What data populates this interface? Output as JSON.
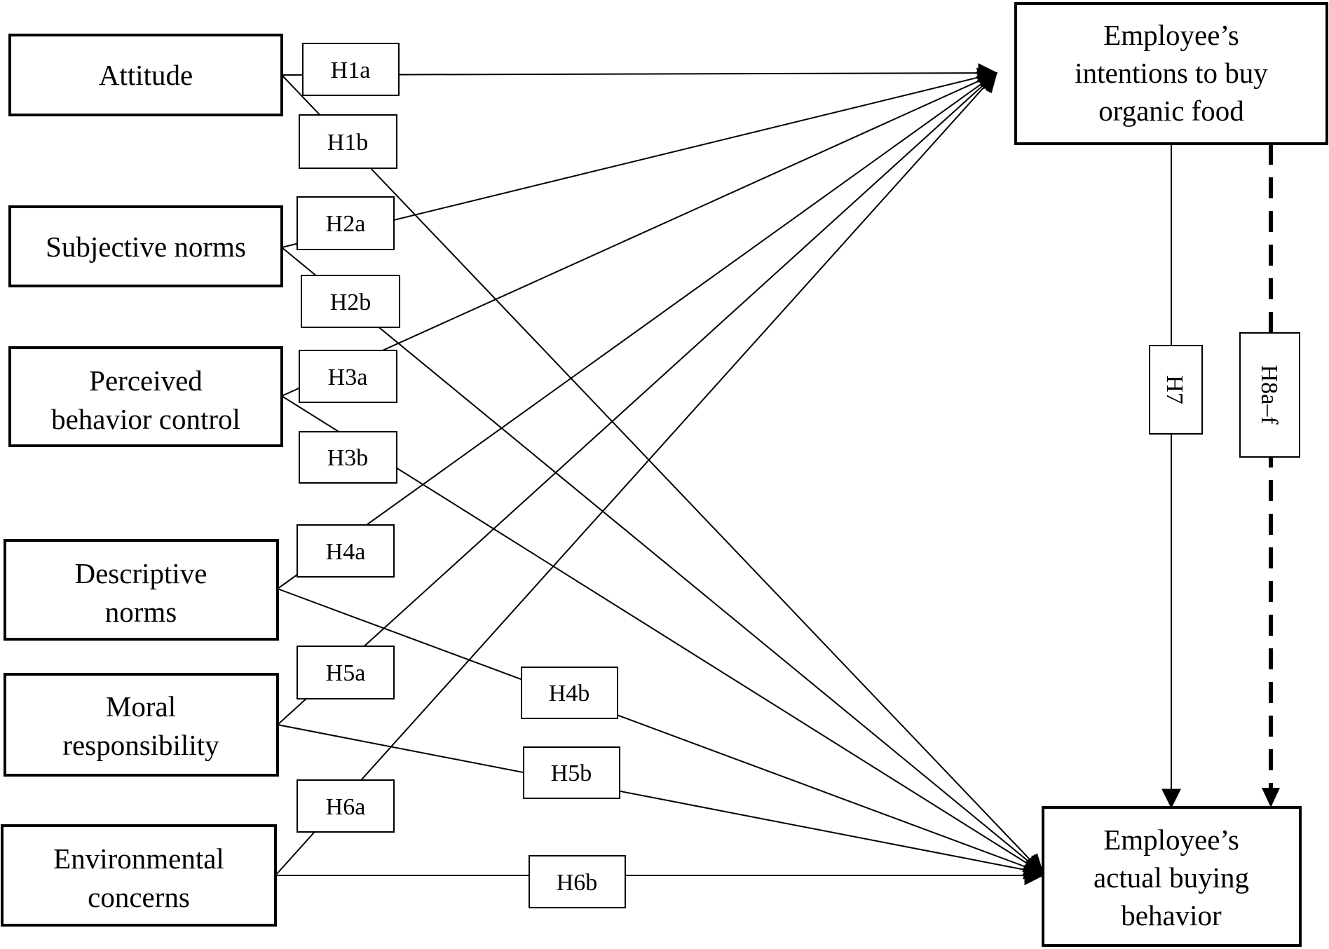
{
  "constructs": {
    "attitude": [
      "Attitude"
    ],
    "subjective_norms": [
      "Subjective norms"
    ],
    "perceived_behavior_control": [
      "Perceived",
      "behavior control"
    ],
    "descriptive_norms": [
      "Descriptive",
      "norms"
    ],
    "moral_responsibility": [
      "Moral",
      "responsibility"
    ],
    "environmental_concerns": [
      "Environmental",
      "concerns"
    ],
    "intention": [
      "Employee’s",
      "intentions to buy",
      "organic food"
    ],
    "behavior": [
      "Employee’s",
      "actual buying",
      "behavior"
    ]
  },
  "hypotheses": {
    "h1a": "H1a",
    "h1b": "H1b",
    "h2a": "H2a",
    "h2b": "H2b",
    "h3a": "H3a",
    "h3b": "H3b",
    "h4a": "H4a",
    "h4b": "H4b",
    "h5a": "H5a",
    "h5b": "H5b",
    "h6a": "H6a",
    "h6b": "H6b",
    "h7": "H7",
    "h8": "H8a–f"
  }
}
